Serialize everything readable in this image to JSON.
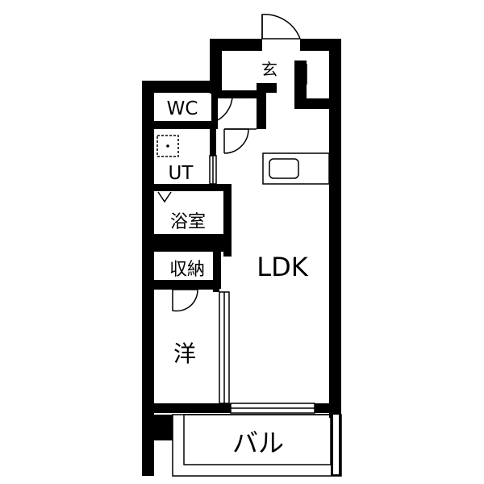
{
  "rooms": {
    "entrance": "玄",
    "wc": "WC",
    "utility": "UT",
    "bath": "浴室",
    "storage": "収納",
    "western_room": "洋",
    "ldk": "LDK",
    "balcony": "バル"
  },
  "colors": {
    "wall": "#000000",
    "background": "#ffffff",
    "fixture_line": "#000000"
  },
  "icons": {
    "washer": "washer-pan-icon",
    "kitchen": "kitchen-sink-icon",
    "door": "door-swing-icon",
    "window": "window-icon",
    "bath_arrow": "bath-arrow-icon",
    "pipe_shaft": "pipe-shaft-icon"
  }
}
